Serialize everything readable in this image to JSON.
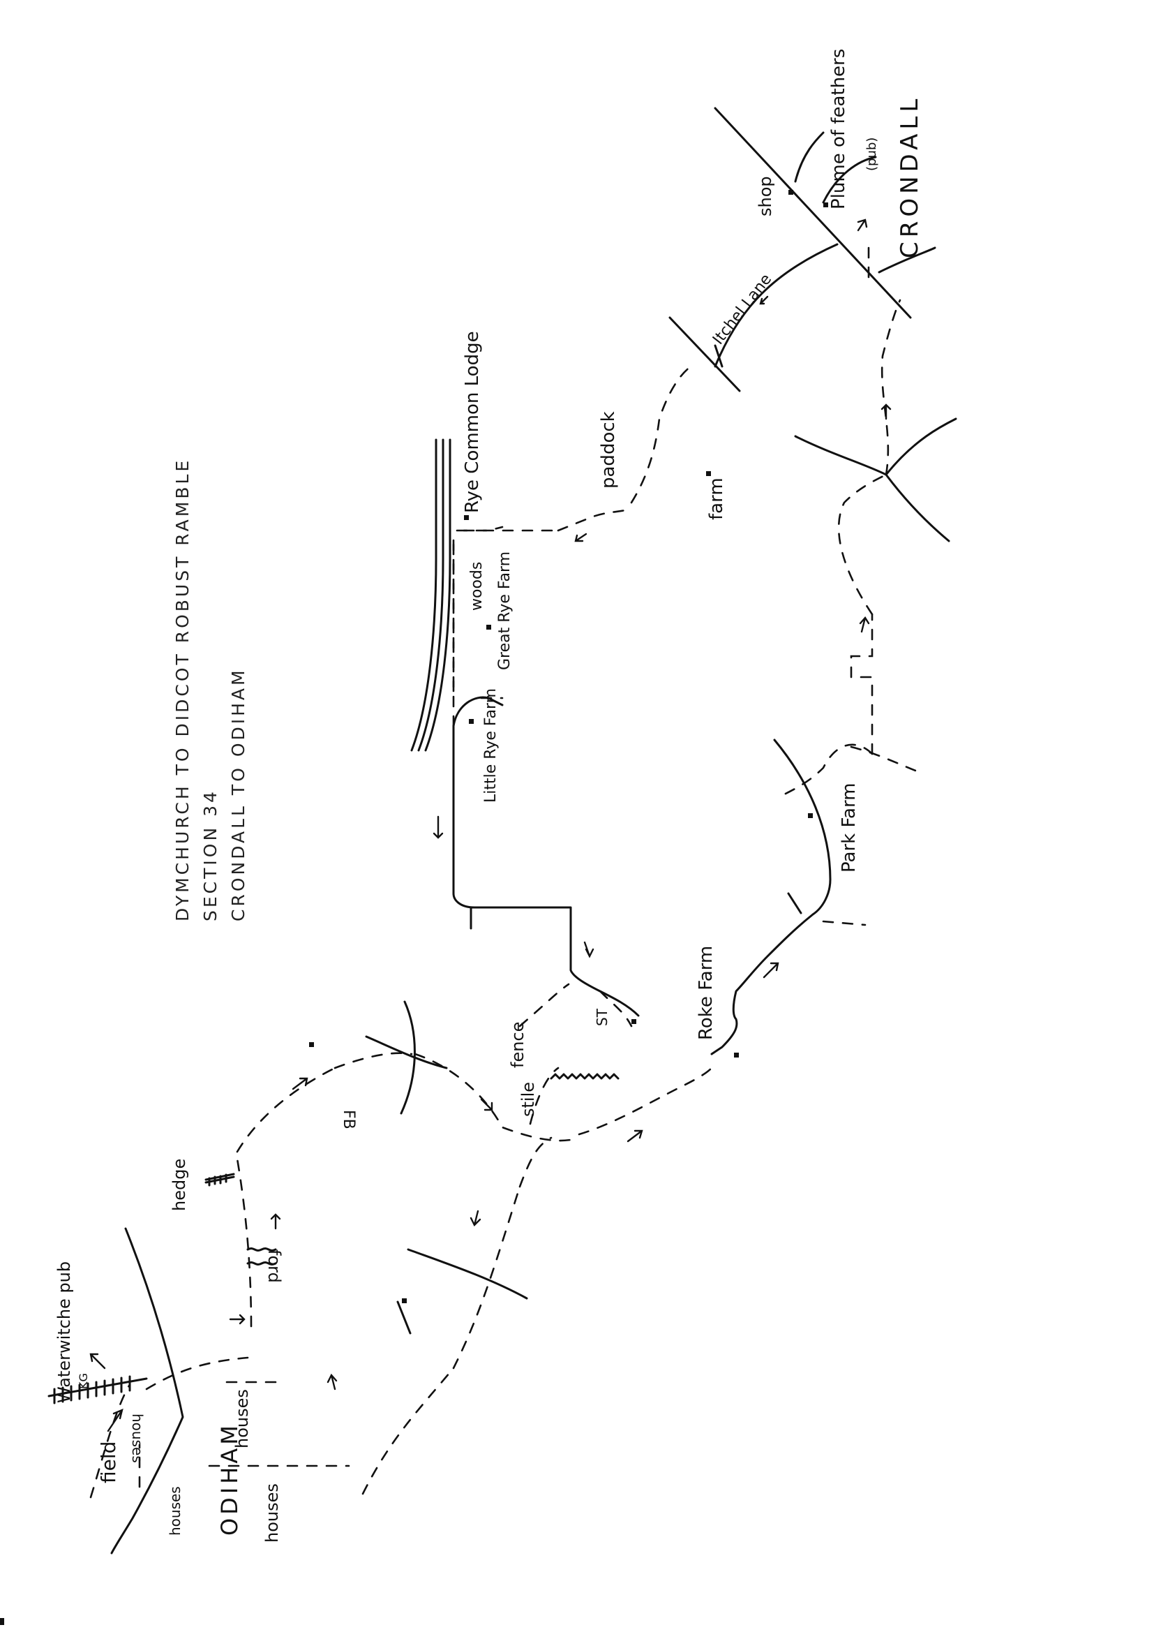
{
  "map": {
    "title_lines": [
      "DYMCHURCH TO DIDCOT ROBUST RAMBLE",
      "SECTION 34",
      "CRONDALL TO ODIHAM"
    ],
    "places": {
      "odiham": "ODIHAM",
      "crondall": "CRONDALL"
    },
    "labels": {
      "waterwitch_pub": "Waterwitche pub",
      "kg": "KG",
      "field": "field",
      "houses_1": "houses",
      "houses_2": "houses",
      "houses_3": "houses",
      "houses_4": "houses",
      "hedge": "hedge",
      "ford": "ford",
      "fb": "FB",
      "stile": "stile",
      "fence": "fence",
      "st": "ST",
      "roke_farm": "Roke Farm",
      "park_farm": "Park Farm",
      "little_rye_farm": "Little Rye Farm",
      "great_rye_farm": "Great Rye Farm",
      "woods": "woods",
      "rye_common_lodge": "Rye Common Lodge",
      "paddock": "paddock",
      "farm": "farm",
      "itchel_lane": "Itchel Lane",
      "shop": "shop",
      "plume_of_feathers": "Plume of feathers",
      "pub_note": "(pub)"
    }
  }
}
